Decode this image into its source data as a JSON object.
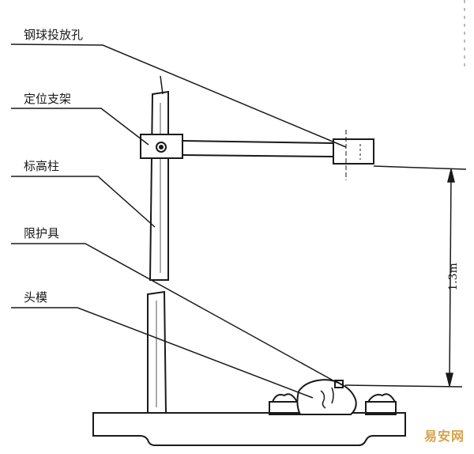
{
  "labels": {
    "ball_hole": "钢球投放孔",
    "positioning_bracket": "定位支架",
    "height_column": "标高柱",
    "restraint_device": "限护具",
    "head_model": "头模"
  },
  "dimension": {
    "height_label": "1.3m"
  },
  "watermark": "易安网",
  "colors": {
    "ink": "#1a1a1a",
    "watermark": "#d8a24a"
  }
}
